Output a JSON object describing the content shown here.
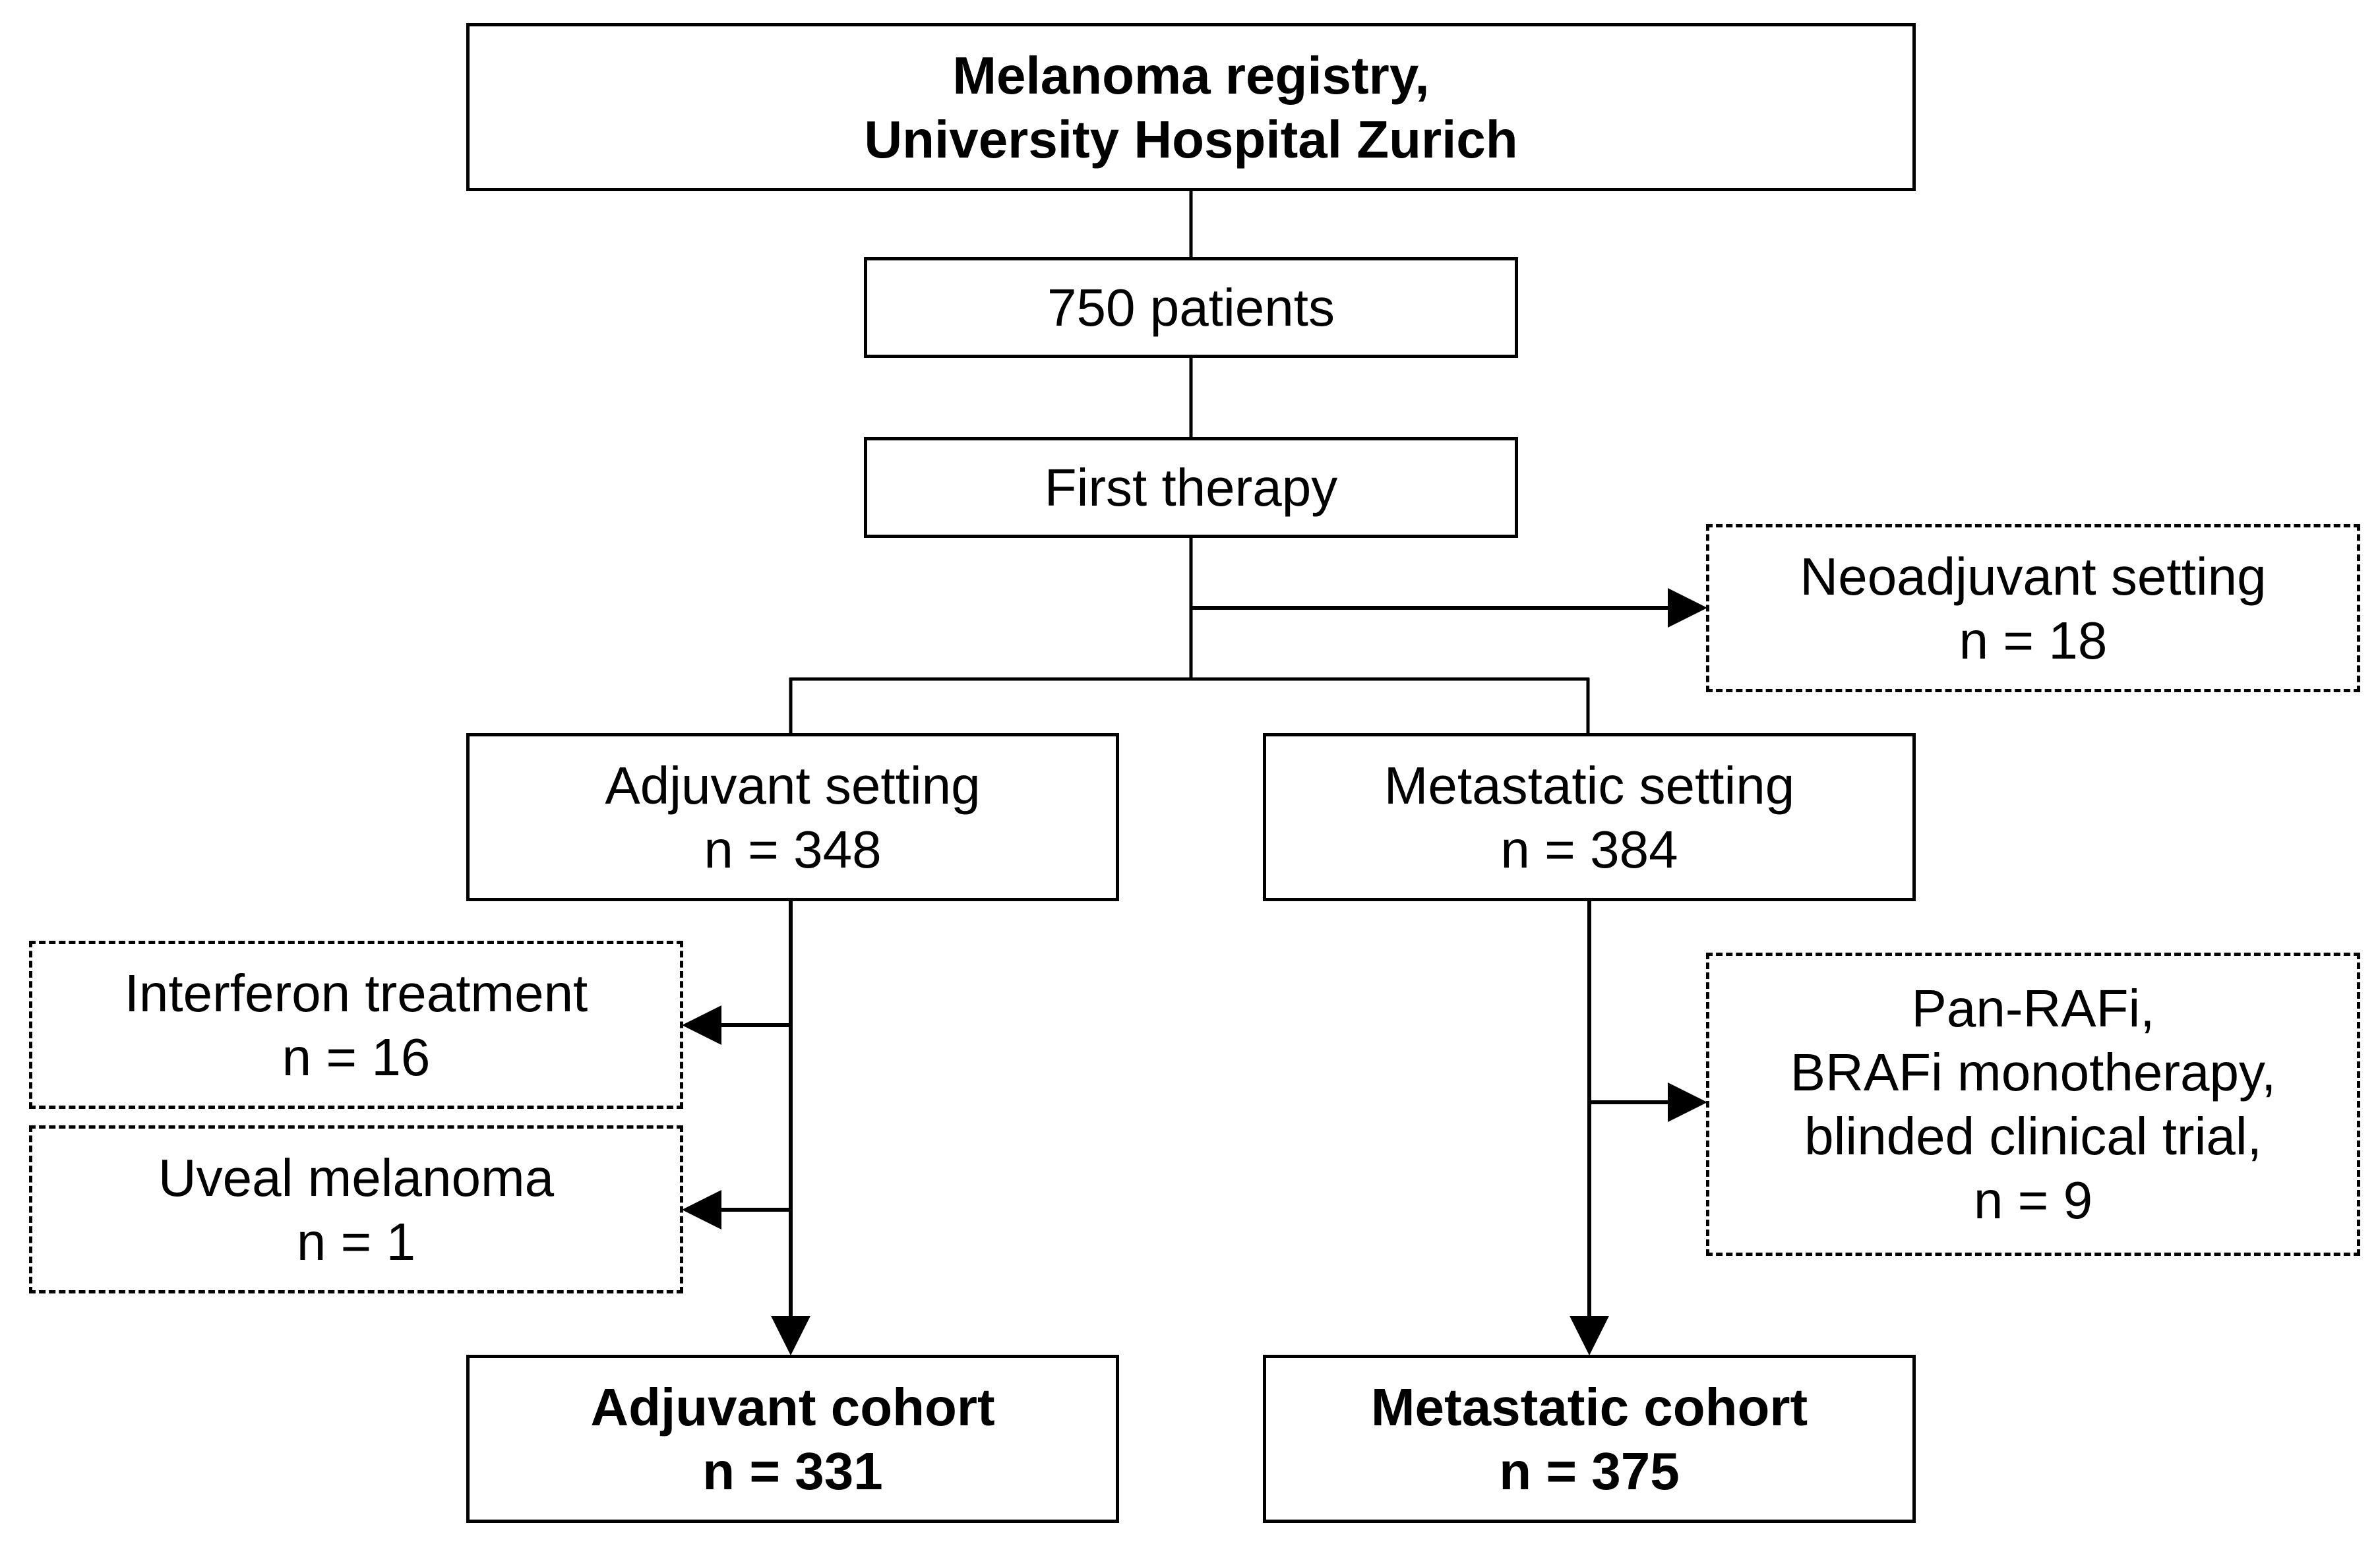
{
  "nodes": {
    "registry": {
      "lines": [
        "Melanoma registry,",
        "University Hospital Zurich"
      ],
      "bold": true,
      "border": "solid"
    },
    "patients": {
      "lines": [
        "750 patients"
      ],
      "bold": false,
      "border": "solid"
    },
    "first_therapy": {
      "lines": [
        "First therapy"
      ],
      "bold": false,
      "border": "solid"
    },
    "neoadjuvant": {
      "lines": [
        "Neoadjuvant setting",
        "n = 18"
      ],
      "bold": false,
      "border": "dashed"
    },
    "adjuvant_setting": {
      "lines": [
        "Adjuvant setting",
        "n = 348"
      ],
      "bold": false,
      "border": "solid"
    },
    "metastatic_setting": {
      "lines": [
        "Metastatic setting",
        "n = 384"
      ],
      "bold": false,
      "border": "solid"
    },
    "interferon": {
      "lines": [
        "Interferon treatment",
        "n = 16"
      ],
      "bold": false,
      "border": "dashed"
    },
    "uveal": {
      "lines": [
        "Uveal melanoma",
        "n = 1"
      ],
      "bold": false,
      "border": "dashed"
    },
    "raf_exclusion": {
      "lines": [
        "Pan-RAFi,",
        "BRAFi monotherapy,",
        "blinded clinical trial,",
        "n = 9"
      ],
      "bold": false,
      "border": "dashed"
    },
    "adjuvant_cohort": {
      "lines": [
        "Adjuvant cohort",
        "n = 331"
      ],
      "bold": true,
      "border": "solid"
    },
    "metastatic_cohort": {
      "lines": [
        "Metastatic cohort",
        "n = 375"
      ],
      "bold": true,
      "border": "solid"
    }
  },
  "edges": [
    {
      "from": "registry",
      "to": "patients",
      "arrow": false
    },
    {
      "from": "patients",
      "to": "first_therapy",
      "arrow": false
    },
    {
      "from": "first_therapy",
      "to": "neoadjuvant",
      "arrow": true
    },
    {
      "from": "first_therapy",
      "to": "adjuvant_setting",
      "arrow": false
    },
    {
      "from": "first_therapy",
      "to": "metastatic_setting",
      "arrow": false
    },
    {
      "from": "adjuvant_setting",
      "to": "interferon",
      "arrow": true
    },
    {
      "from": "adjuvant_setting",
      "to": "uveal",
      "arrow": true
    },
    {
      "from": "adjuvant_setting",
      "to": "adjuvant_cohort",
      "arrow": true
    },
    {
      "from": "metastatic_setting",
      "to": "raf_exclusion",
      "arrow": true
    },
    {
      "from": "metastatic_setting",
      "to": "metastatic_cohort",
      "arrow": true
    }
  ],
  "style": {
    "line_color": "#000000",
    "background": "#ffffff"
  }
}
